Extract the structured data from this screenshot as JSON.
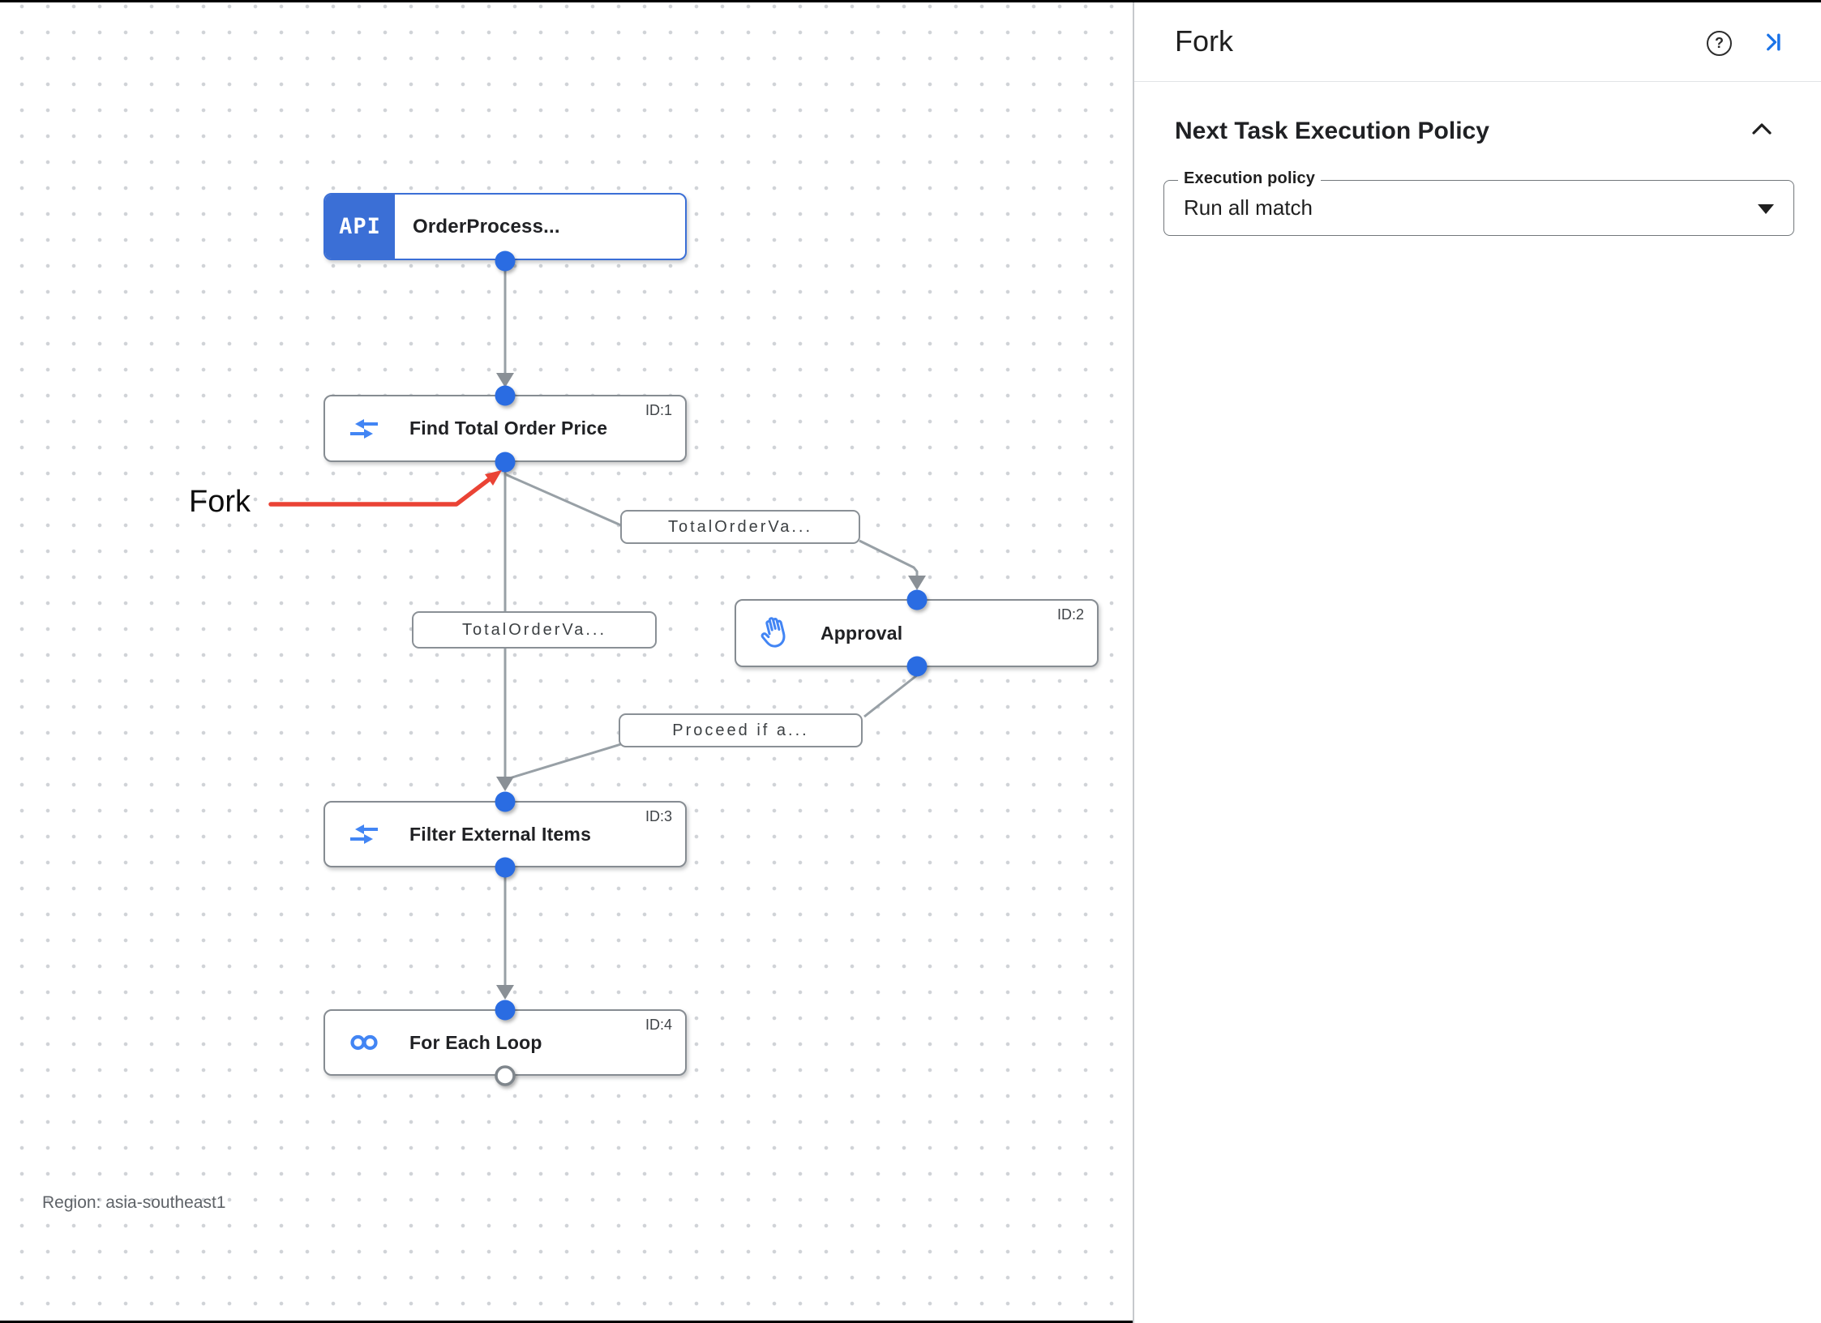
{
  "canvas": {
    "region_label": "Region: asia-southeast1",
    "annotation": {
      "label": "Fork"
    },
    "nodes": [
      {
        "badge": "API",
        "title": "OrderProcess...",
        "id_label": "",
        "icon": "api-badge"
      },
      {
        "title": "Find Total Order Price",
        "id_label": "ID:1",
        "icon": "data-mapping-icon"
      },
      {
        "title": "Approval",
        "id_label": "ID:2",
        "icon": "hand-icon"
      },
      {
        "title": "Filter External Items",
        "id_label": "ID:3",
        "icon": "data-mapping-icon"
      },
      {
        "title": "For Each Loop",
        "id_label": "ID:4",
        "icon": "for-each-loop-icon"
      }
    ],
    "edge_labels": [
      {
        "text": "TotalOrderVa..."
      },
      {
        "text": "TotalOrderVa..."
      },
      {
        "text": "Proceed if a..."
      }
    ]
  },
  "panel": {
    "title": "Fork",
    "help_glyph": "?",
    "section_title": "Next Task Execution Policy",
    "field_label": "Execution policy",
    "field_value": "Run all match"
  },
  "colors": {
    "accent_blue": "#1a73e8",
    "icon_blue": "#4285f4",
    "api_badge_blue": "#3b6fd6",
    "edge_gray": "#9aa0a6",
    "node_border_gray": "#868c92",
    "annotation_red": "#ea4335",
    "connector_blue": "#2a6ce2"
  }
}
